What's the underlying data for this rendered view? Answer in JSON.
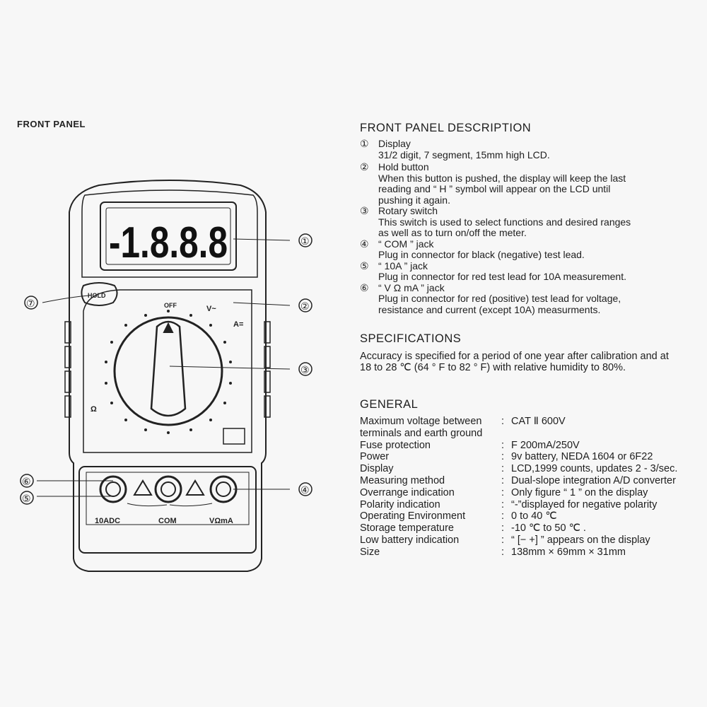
{
  "front_panel": {
    "title": "FRONT PANEL",
    "lcd_reading": "-1.8.8.8",
    "hold_label": "HOLD",
    "dial": {
      "top_labels": [
        "OFF",
        "V~"
      ],
      "a_label": "A=",
      "omega_label": "Ω"
    },
    "jack_labels": [
      "10ADC",
      "COM",
      "VΩmA"
    ],
    "callouts": [
      "①",
      "②",
      "③",
      "④",
      "⑤",
      "⑥",
      "⑦"
    ]
  },
  "description": {
    "title": "FRONT PANEL DESCRIPTION",
    "items": [
      {
        "num": "①",
        "name": "Display",
        "lines": [
          "31/2 digit, 7 segment, 15mm high LCD."
        ]
      },
      {
        "num": "②",
        "name": "Hold button",
        "lines": [
          "When this button is pushed, the display will keep the last",
          "reading and “ H ” symbol will appear on the LCD until",
          "pushing it again."
        ]
      },
      {
        "num": "③",
        "name": "Rotary switch",
        "lines": [
          "This switch is used to select functions and desired ranges",
          "as well as to turn on/off the meter."
        ]
      },
      {
        "num": "④",
        "name": "“ COM ” jack",
        "lines": [
          "Plug in connector for black (negative) test lead."
        ]
      },
      {
        "num": "⑤",
        "name": "“ 10A ” jack",
        "lines": [
          "Plug in connector for red test lead for 10A measurement."
        ]
      },
      {
        "num": "⑥",
        "name": "“ V Ω mA ” jack",
        "lines": [
          "Plug in connector for red (positive) test lead for voltage,",
          "resistance and current (except 10A) measurments."
        ]
      }
    ]
  },
  "specifications": {
    "title": "SPECIFICATIONS",
    "text": "Accuracy is specified for a period of one year after calibration and at 18 to 28 ℃ (64 ° F to 82 ° F) with relative humidity to 80%."
  },
  "general": {
    "title": "GENERAL",
    "rows": [
      {
        "label": "Maximum voltage between terminals and earth ground",
        "value": "CAT Ⅱ 600V"
      },
      {
        "label": "Fuse protection",
        "value": "F 200mA/250V"
      },
      {
        "label": "Power",
        "value": "9v battery, NEDA 1604 or 6F22"
      },
      {
        "label": "Display",
        "value": "LCD,1999 counts, updates 2 - 3/sec."
      },
      {
        "label": "Measuring method",
        "value": "Dual-slope integration A/D converter"
      },
      {
        "label": "Overrange indication",
        "value": "Only figure “ 1 ” on the display"
      },
      {
        "label": "Polarity indication",
        "value": "“-”displayed for negative polarity"
      },
      {
        "label": "Operating Environment",
        "value": "0 to 40 ℃"
      },
      {
        "label": "Storage temperature",
        "value": "-10 ℃ to 50 ℃ ."
      },
      {
        "label": "Low battery indication",
        "value": "“ [− +] ” appears on the display"
      },
      {
        "label": "Size",
        "value": "138mm × 69mm × 31mm"
      }
    ]
  }
}
